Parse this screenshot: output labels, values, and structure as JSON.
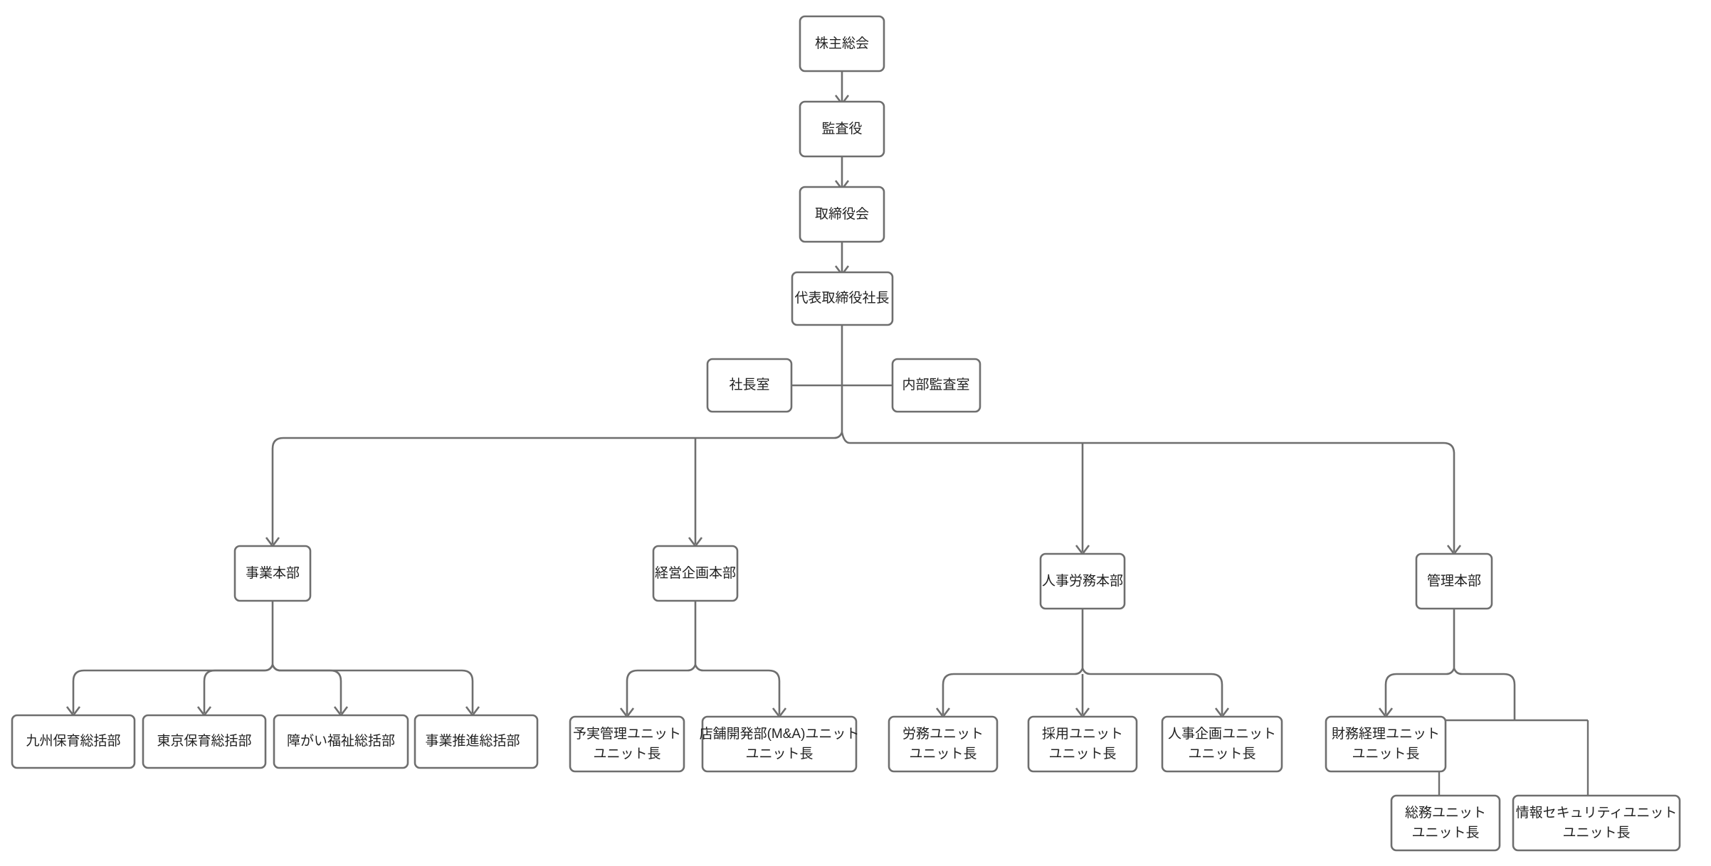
{
  "chart": {
    "kind": "organization-chart",
    "language": "ja",
    "background_color": "#ffffff",
    "box_fill_color": "#ffffff",
    "box_border_color": "#6e6e6e",
    "connector_color": "#6e6e6e",
    "text_color": "#222222"
  },
  "nodes": {
    "shareholders_meeting": {
      "label": "株主総会"
    },
    "auditor": {
      "label": "監査役"
    },
    "board_of_directors": {
      "label": "取締役会"
    },
    "president": {
      "label": "代表取締役社長"
    },
    "presidents_office": {
      "label": "社長室"
    },
    "internal_audit_office": {
      "label": "内部監査室"
    },
    "business_hq": {
      "label": "事業本部"
    },
    "management_planning_hq": {
      "label": "経営企画本部"
    },
    "hr_labor_hq": {
      "label": "人事労務本部"
    },
    "administration_hq": {
      "label": "管理本部"
    },
    "kyushu_childcare": {
      "label": "九州保育総括部"
    },
    "tokyo_childcare": {
      "label": "東京保育総括部"
    },
    "disability_welfare": {
      "label": "障がい福祉総括部"
    },
    "business_promotion": {
      "label": "事業推進総括部"
    },
    "budget_unit": {
      "line1": "予実管理ユニット",
      "line2": "ユニット長"
    },
    "store_development_unit": {
      "line1": "店舗開発部(M&A)ユニット",
      "line2": "ユニット長"
    },
    "labor_unit": {
      "line1": "労務ユニット",
      "line2": "ユニット長"
    },
    "recruiting_unit": {
      "line1": "採用ユニット",
      "line2": "ユニット長"
    },
    "hr_planning_unit": {
      "line1": "人事企画ユニット",
      "line2": "ユニット長"
    },
    "finance_accounting_unit": {
      "line1": "財務経理ユニット",
      "line2": "ユニット長"
    },
    "general_affairs_unit": {
      "line1": "総務ユニット",
      "line2": "ユニット長"
    },
    "information_security_unit": {
      "line1": "情報セキュリティユニット",
      "line2": "ユニット長"
    }
  },
  "hierarchy": {
    "top_chain": [
      "株主総会",
      "監査役",
      "取締役会",
      "代表取締役社長"
    ],
    "staff_of_president": [
      "社長室",
      "内部監査室"
    ],
    "divisions": [
      "事業本部",
      "経営企画本部",
      "人事労務本部",
      "管理本部"
    ],
    "division_children": {
      "事業本部": [
        "九州保育総括部",
        "東京保育総括部",
        "障がい福祉総括部",
        "事業推進総括部"
      ],
      "経営企画本部": [
        "予実管理ユニット ユニット長",
        "店舗開発部(M&A)ユニット ユニット長"
      ],
      "人事労務本部": [
        "労務ユニット ユニット長",
        "採用ユニット ユニット長",
        "人事企画ユニット ユニット長"
      ],
      "管理本部": [
        "財務経理ユニット ユニット長",
        "総務ユニット ユニット長",
        "情報セキュリティユニット ユニット長"
      ]
    }
  }
}
